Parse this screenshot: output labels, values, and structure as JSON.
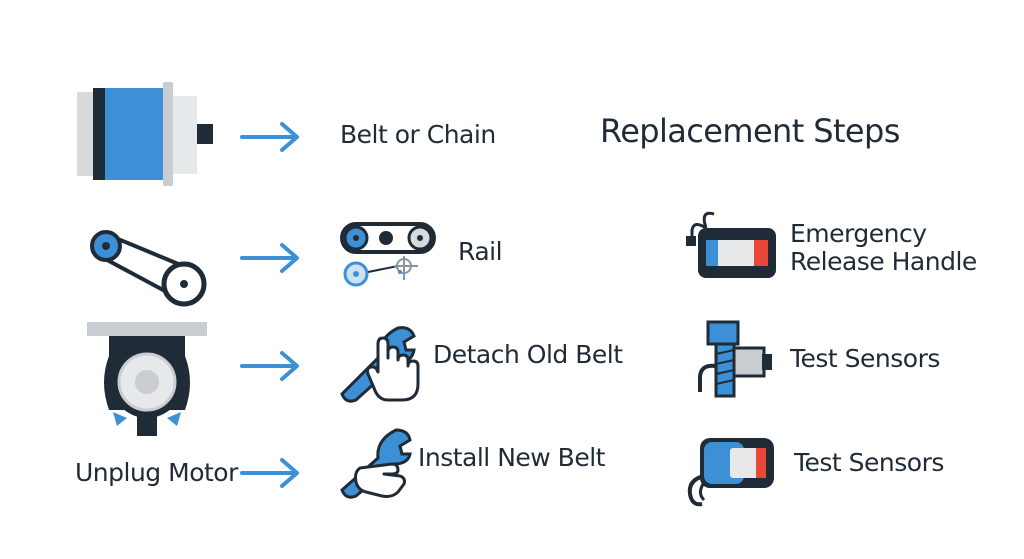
{
  "title": "Replacement Steps",
  "left_flow": [
    {
      "label": "Belt or Chain"
    },
    {
      "label": "Rail"
    },
    {
      "label": "Detach Old Belt"
    },
    {
      "label": "Install New Belt",
      "source_label": "Unplug Motor"
    }
  ],
  "right_steps": [
    {
      "label_line1": "Emergency",
      "label_line2": "Release Handle"
    },
    {
      "label": "Test Sensors"
    },
    {
      "label": "Test Sensors"
    }
  ],
  "icons": {
    "row1_left": "motor-icon",
    "row2_left": "belt-pulley-icon",
    "row2_mid": "chain-drive-icon",
    "row3_left": "motor-unit-icon",
    "row3_mid": "wrench-hand-icon",
    "row4_mid": "wrench-grip-icon",
    "right1": "release-handle-icon",
    "right2": "sensor-bolt-icon",
    "right3": "sensor-plug-icon",
    "arrow": "arrow-right-icon"
  },
  "colors": {
    "blue": "#3d8fd6",
    "dark": "#1f2b36",
    "gray": "#c9cdd1",
    "red": "#e9473a"
  }
}
